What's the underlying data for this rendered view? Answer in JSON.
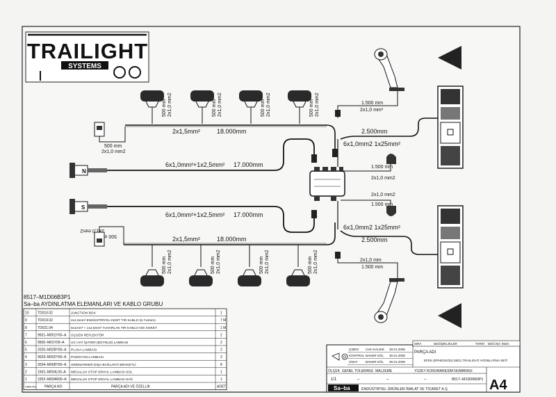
{
  "logo": {
    "brand": "TRAILIGHT",
    "sub": "SYSTEMS"
  },
  "drawing": {
    "top_lamps": [
      {
        "len": "500 mm",
        "wire": "2x1,0 mm2"
      },
      {
        "len": "500 mm",
        "wire": "2x1,0 mm2"
      },
      {
        "len": "500 mm",
        "wire": "2x1,0 mm2"
      },
      {
        "len": "500 mm",
        "wire": "2x1,0 mm2"
      }
    ],
    "bottom_lamps": [
      {
        "len": "500 mm",
        "wire": "2x1,0 mm2"
      },
      {
        "len": "500 mm",
        "wire": "2x1,0 mm2"
      },
      {
        "len": "500 mm",
        "wire": "2x1,0 mm2"
      },
      {
        "len": "500 mm",
        "wire": "2x1,0 mm2"
      }
    ],
    "top_harness": {
      "section": "2x1,5mm²",
      "length": "18.000mm"
    },
    "bottom_harness": {
      "section": "2x1,5mm²",
      "length": "18.000mm"
    },
    "main_top": {
      "section": "6x1,0mm²+1x2,5mm²",
      "length": "17.000mm"
    },
    "main_bottom": {
      "section": "6x1,0mm²+1x2,5mm²",
      "length": "17.000mm"
    },
    "plate_top": {
      "len": "500 mm",
      "wire": "2x1,0 mm2"
    },
    "plate_bottom": {
      "len": "500 mm",
      "wire": "2x1,0 mm2"
    },
    "plug_top": "N",
    "plug_bottom": "S",
    "right_top_len": "2.500mm",
    "right_top_sec": "6x1,0mm2 1x25mm²",
    "right_bottom_len": "2.500mm",
    "right_bottom_sec": "6x1,0mm2 1x25mm²",
    "top_marker_len": "1.500 mm",
    "top_marker_wire": "2x1,0 mm²",
    "mid_upper_len": "1.500 mm",
    "mid_upper_wire": "2x1,0 mm2",
    "mid_lower_wire": "2x1,0 mm2",
    "mid_lower_len": "1.500 mm",
    "bottom_marker_wire": "2x1,0 mm",
    "bottom_marker_len": "1.500 mm"
  },
  "parts": {
    "code": "8517–M1D06B3P1",
    "title": "Sa–ba AYDINLATMA ELEMANLARI VE KABLO GRUBU",
    "rows": [
      {
        "no": "10",
        "code": "TD010.02",
        "desc": "JUNCTION BOX",
        "qty": "1"
      },
      {
        "no": "9",
        "code": "TD019.02",
        "desc": "2x1,5mm² ENDÜSTRİYEL KESİT TIR KABLO (6.7x4mm)",
        "qty": "7 M."
      },
      {
        "no": "8",
        "code": "TD021.04",
        "desc": "6x1mm² + 1x2,5mm² YUVARLAK TIR KABLO N/S SOKET",
        "qty": "1 M."
      },
      {
        "no": "7",
        "code": "9501–M001Y00–A",
        "desc": "ÜÇGEN REFLEKTÖR",
        "qty": "2"
      },
      {
        "no": "6",
        "code": "9500–M01Y00–A",
        "desc": "UC HAT İŞATER (BOYNUZ) LAMBASI",
        "qty": "2"
      },
      {
        "no": "5",
        "code": "2020–M028Y00–A",
        "desc": "PLAKA LAMBASI",
        "qty": "2"
      },
      {
        "no": "4",
        "code": "9029–M002Y00–A",
        "desc": "POZİSYON LAMBASI",
        "qty": "2"
      },
      {
        "no": "3",
        "code": "3034–M068Y00–A",
        "desc": "SIDEMARKER DIŞA BAĞLANTI BRAKETLİ",
        "qty": "8"
      },
      {
        "no": "2",
        "code": "1562–M004L00–A",
        "desc": "MEGALUX STOP SİNYAL LAMBASI SOL",
        "qty": "1"
      },
      {
        "no": "1",
        "code": "1552–M004R00–A",
        "desc": "MEGALUX STOP SİNYAL LAMBASI SAĞ",
        "qty": "1"
      }
    ],
    "header": {
      "no": "SIRA NO",
      "code": "PARÇA NO",
      "desc": "PARÇA ADI VE ÖZELLİK",
      "qty": "ADET"
    }
  },
  "titleblock": {
    "col_headers": [
      "SIRA",
      "DEĞİŞİKLİKLER",
      "TARİH",
      "DEĞ.NO",
      "İMZA"
    ],
    "roles": [
      {
        "role": "ÇİZEN",
        "name": "Cem KALEM",
        "date": "30.01.2006"
      },
      {
        "role": "KONTROL",
        "name": "BAKER KÖL",
        "date": "30.01.2006"
      },
      {
        "role": "ONAY",
        "name": "BAKER KÖL",
        "date": "30.01.2006"
      }
    ],
    "labels": {
      "scale": "ÖLÇEK",
      "tolerance": "GENEL TOLERANS",
      "material": "MALZEME",
      "surface": "YÜZEY KORUMA",
      "drawing_no": "RESİM NUMARASI",
      "part_name": "PARÇA ADI"
    },
    "values": {
      "scale": "1/1",
      "tolerance": "–",
      "material": "–",
      "surface": "–"
    },
    "part_name": "EFES (EPHESSOS) 08/21 TRAILIGHT AYDINLATMA SETİ",
    "drawing_no": "8517–M1D06B3P1",
    "company_logo": "Sa–ba",
    "company": "ENDÜSTRİYEL ÜRÜNLER İMALAT VE TİCARET A.Ş.",
    "size": "A4"
  }
}
